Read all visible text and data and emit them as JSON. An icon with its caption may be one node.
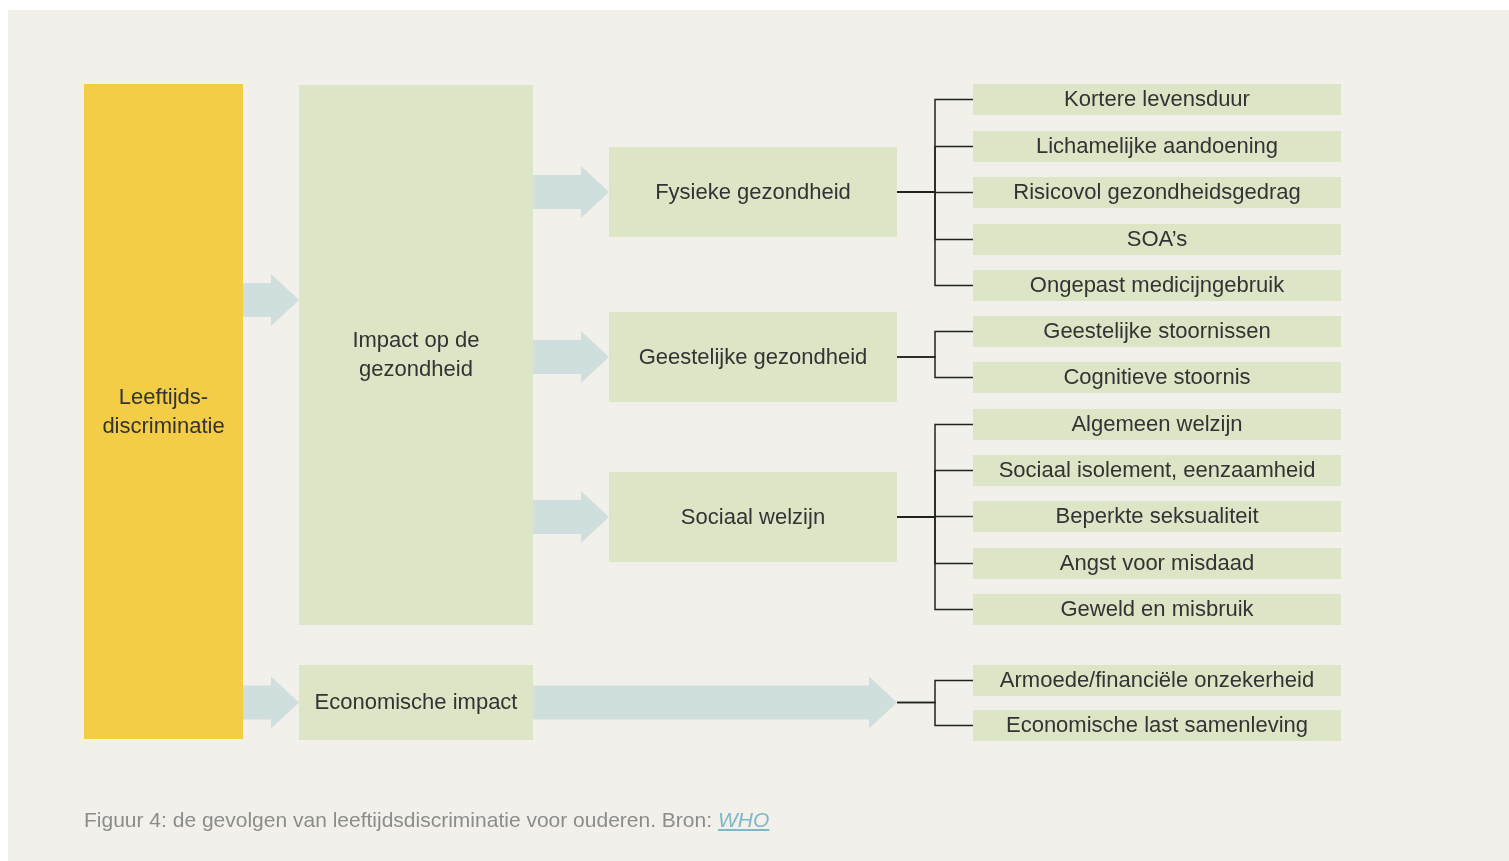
{
  "diagram": {
    "caption": "Figuur 4: de gevolgen van leeftijdsdiscriminatie voor ouderen. Bron:",
    "nodes": [
      {
        "text": [
          "Leeftijds- discriminatie"
        ]
      },
      {
        "text": [
          "Impact op de gezondheid"
        ]
      },
      {
        "text": [
          "Fysieke gezondheid"
        ]
      },
      {
        "text": [
          "Geestelijke gezondheid"
        ]
      },
      {
        "text": [
          "Sociaal welzijn"
        ]
      },
      {
        "text": [
          "Economische impact"
        ]
      },
      {
        "text": [
          "Kortere levensduur"
        ]
      },
      {
        "text": [
          "Lichamelijke aandoening"
        ]
      },
      {
        "text": [
          "Risicovol gezondheidsgedrag"
        ]
      },
      {
        "text": [
          "SOA’s"
        ]
      },
      {
        "text": [
          "Ongepast medicijngebruik"
        ]
      },
      {
        "text": [
          "Geestelijke stoornissen"
        ]
      },
      {
        "text": [
          "Cognitieve stoornis"
        ]
      },
      {
        "text": [
          "Algemeen welzijn"
        ]
      },
      {
        "text": [
          "Sociaal isolement, eenzaamheid"
        ]
      },
      {
        "text": [
          "Beperkte seksualiteit"
        ]
      },
      {
        "text": [
          "Angst voor misdaad"
        ]
      },
      {
        "text": [
          "Geweld en misbruik"
        ]
      },
      {
        "text": [
          "Armoede/financiële onzekerheid"
        ]
      },
      {
        "text": [
          "Economische last samenleving"
        ]
      }
    ],
    "edges": [
      {
        "from": 0,
        "to": 1,
        "arrow": "to",
        "style": "thick",
        "color": "#cfdfde"
      },
      {
        "from": 0,
        "to": 5,
        "arrow": "to",
        "style": "thick",
        "color": "#cfdfde"
      },
      {
        "from": 1,
        "to": 2,
        "arrow": "to",
        "style": "thick",
        "color": "#cfdfde"
      },
      {
        "from": 1,
        "to": 3,
        "arrow": "to",
        "style": "thick",
        "color": "#cfdfde"
      },
      {
        "from": 1,
        "to": 4,
        "arrow": "to",
        "style": "thick",
        "color": "#cfdfde"
      },
      {
        "from": 2,
        "to": 6,
        "arrow": "none"
      },
      {
        "from": 2,
        "to": 7,
        "arrow": "none"
      },
      {
        "from": 2,
        "to": 8,
        "arrow": "none"
      },
      {
        "from": 2,
        "to": 9,
        "arrow": "none"
      },
      {
        "from": 2,
        "to": 10,
        "arrow": "none"
      },
      {
        "from": 3,
        "to": 11,
        "arrow": "none"
      },
      {
        "from": 3,
        "to": 12,
        "arrow": "none"
      },
      {
        "from": 4,
        "to": 13,
        "arrow": "none"
      },
      {
        "from": 4,
        "to": 14,
        "arrow": "none"
      },
      {
        "from": 4,
        "to": 15,
        "arrow": "none"
      },
      {
        "from": 4,
        "to": 16,
        "arrow": "none"
      },
      {
        "from": 4,
        "to": 17,
        "arrow": "none"
      },
      {
        "from": 5,
        "to": 18,
        "arrow": "to",
        "style": "thick",
        "color": "#cfdfde"
      },
      {
        "from": 5,
        "to": 19,
        "arrow": "to",
        "style": "thick",
        "color": "#cfdfde"
      }
    ],
    "labels": [
      "WHO"
    ]
  }
}
